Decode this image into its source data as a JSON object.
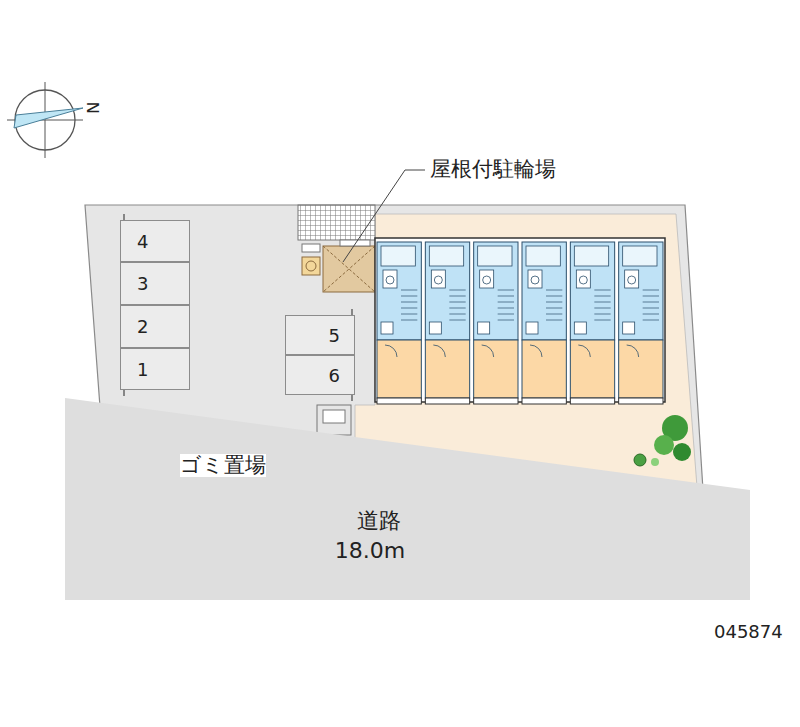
{
  "diagram": {
    "nodes": [
      {
        "text": [
          "4"
        ]
      },
      {
        "text": [
          "3"
        ]
      },
      {
        "text": [
          "2"
        ]
      },
      {
        "text": [
          "1"
        ]
      },
      {
        "text": [
          "5"
        ]
      },
      {
        "text": [
          "6"
        ]
      },
      {
        "text": [
          "道路",
          "18.0m"
        ]
      }
    ],
    "labels": [
      "屋根付駐輪場",
      "ゴミ置場",
      "045874",
      "N"
    ]
  }
}
